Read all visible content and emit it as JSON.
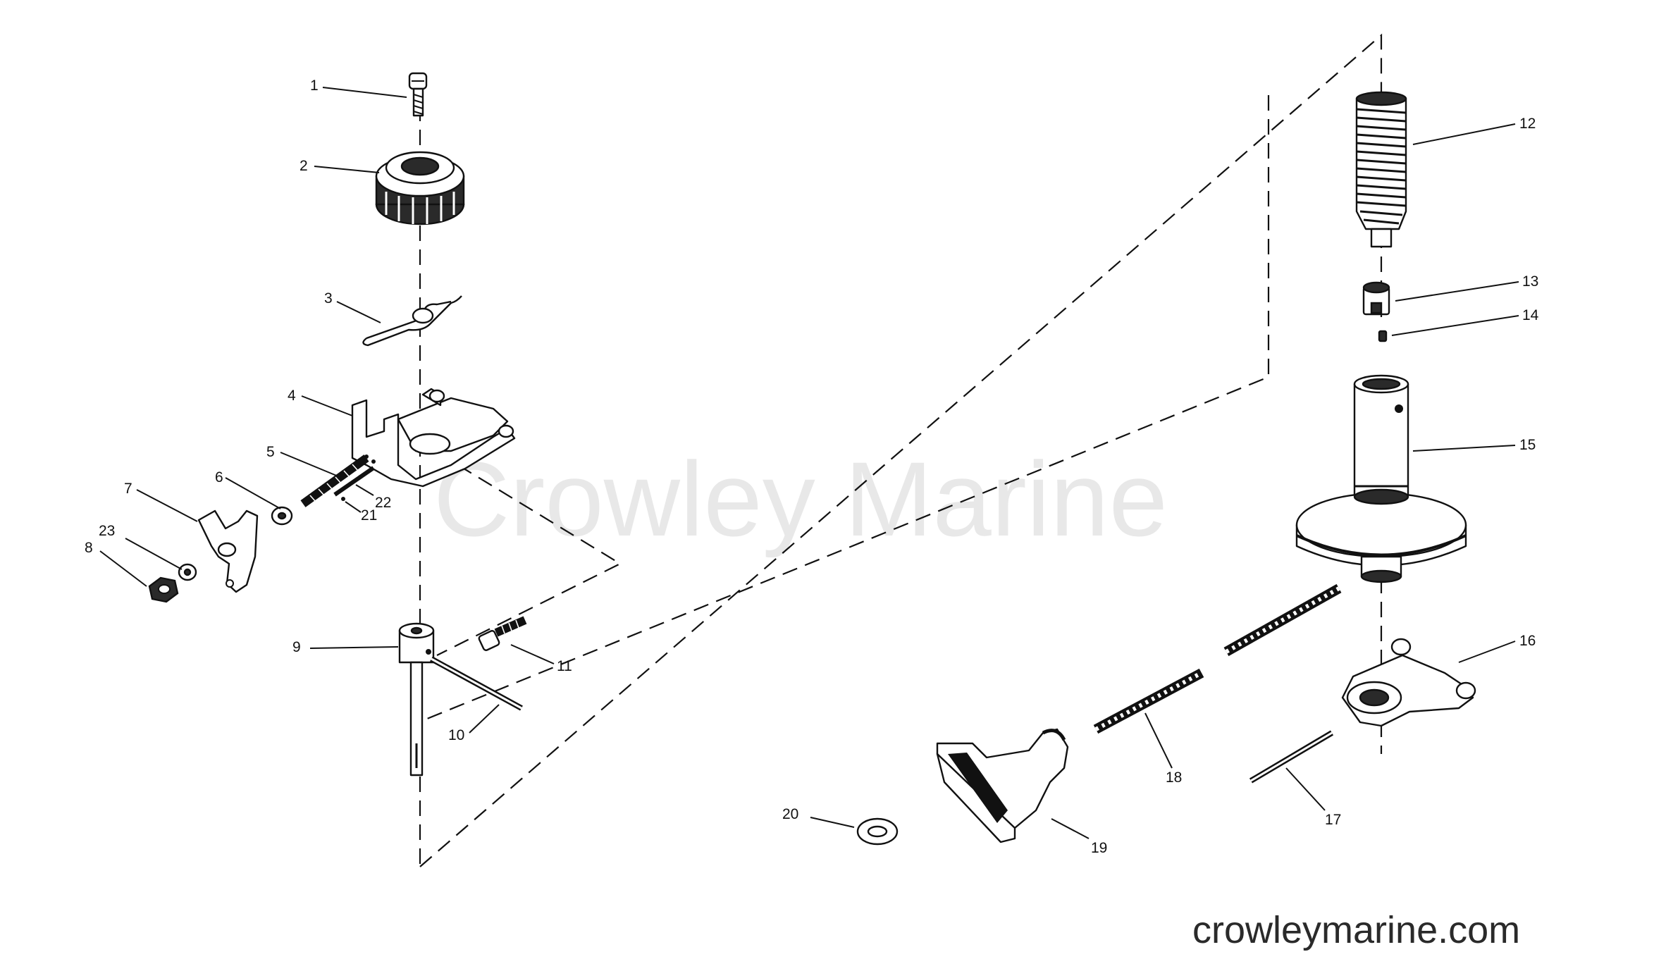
{
  "watermark": "Crowley Marine",
  "site_url": "crowleymarine.com",
  "callouts": {
    "n1": "1",
    "n2": "2",
    "n3": "3",
    "n4": "4",
    "n5": "5",
    "n6": "6",
    "n7": "7",
    "n8": "8",
    "n9": "9",
    "n10": "10",
    "n11": "11",
    "n12": "12",
    "n13": "13",
    "n14": "14",
    "n15": "15",
    "n16": "16",
    "n17": "17",
    "n18": "18",
    "n19": "19",
    "n20": "20",
    "n21": "21",
    "n22": "22",
    "n23": "23"
  },
  "colors": {
    "line": "#111111",
    "watermark": "#e8e8e8",
    "url": "#2a2a2a"
  }
}
